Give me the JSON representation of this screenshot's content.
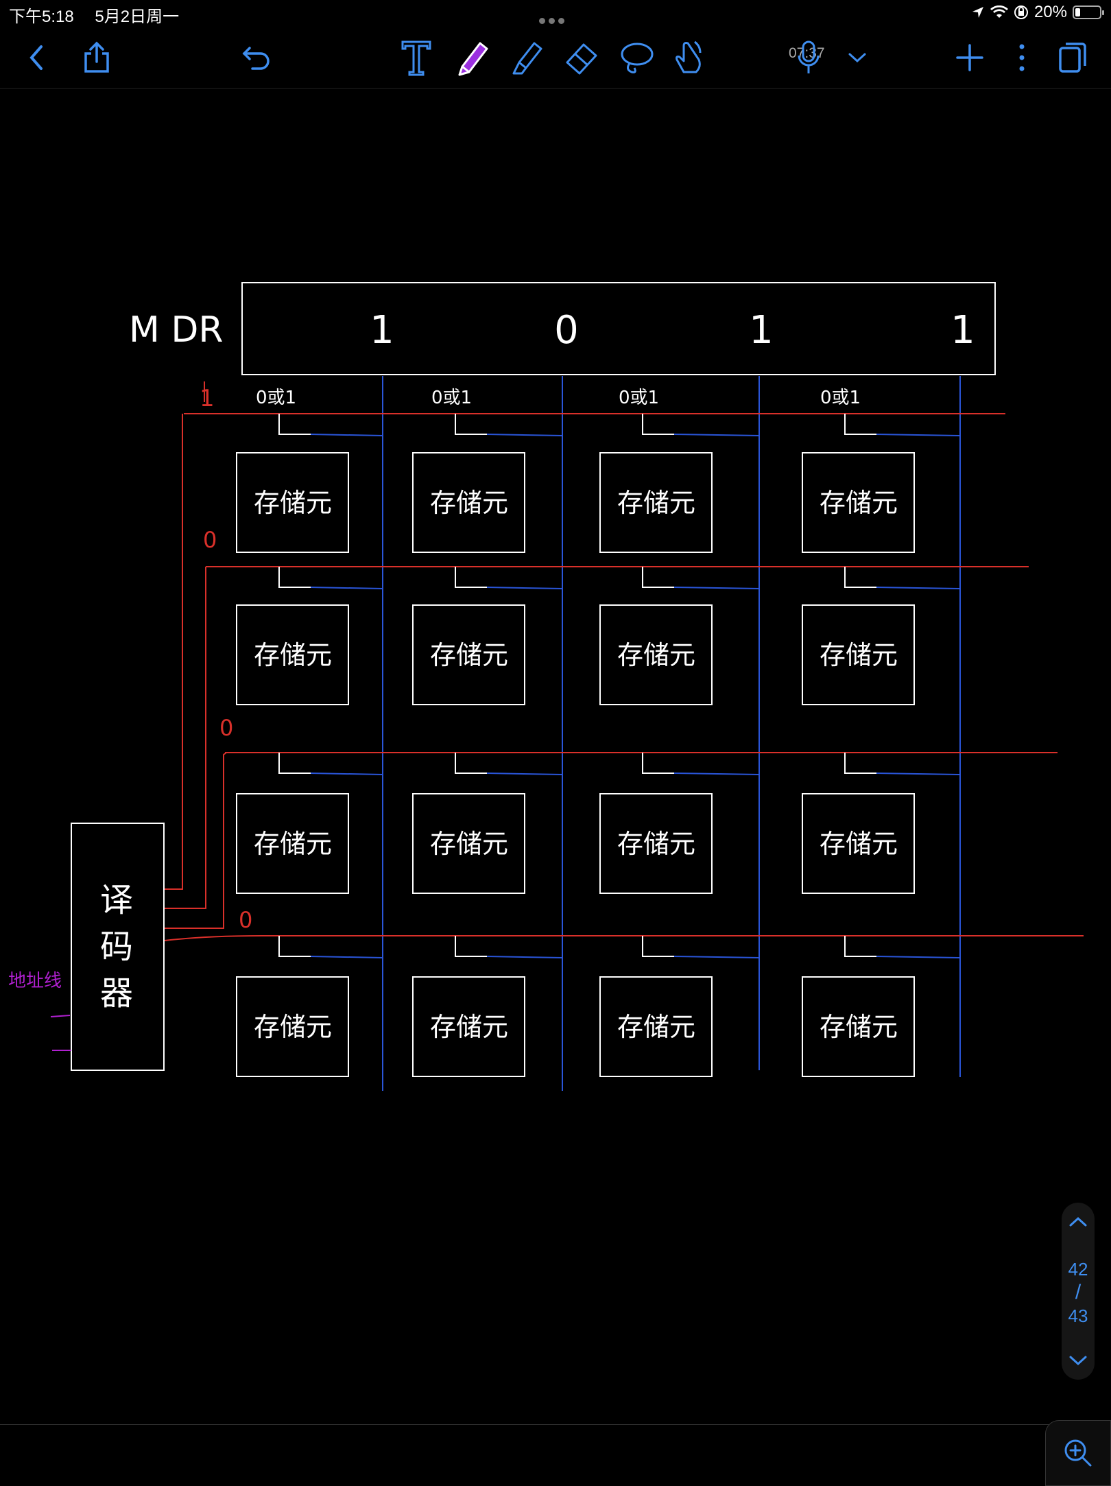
{
  "status_bar": {
    "time": "下午5:18",
    "date": "5月2日周一",
    "battery": "20%",
    "battery_level": 0.2
  },
  "toolbar": {
    "timer": "07:37"
  },
  "note": {
    "mdr_label": "M DR",
    "mdr_bits": [
      "1",
      "0",
      "1",
      "1"
    ],
    "column_labels": [
      "0或1",
      "0或1",
      "0或1",
      "0或1"
    ],
    "row_select_values": [
      "1",
      "0",
      "0",
      "0"
    ],
    "cell_label": "存储元",
    "decoder_label": [
      "译",
      "码",
      "器"
    ],
    "address_label": "地址线"
  },
  "pager": {
    "current": "42",
    "separator": "/",
    "total": "43"
  },
  "colors": {
    "accent": "#3f8ef0",
    "word_line": "#d9302a",
    "bit_line": "#2a55d8",
    "address_ink": "#b020d0",
    "pen_purple": "#9b30e0"
  }
}
